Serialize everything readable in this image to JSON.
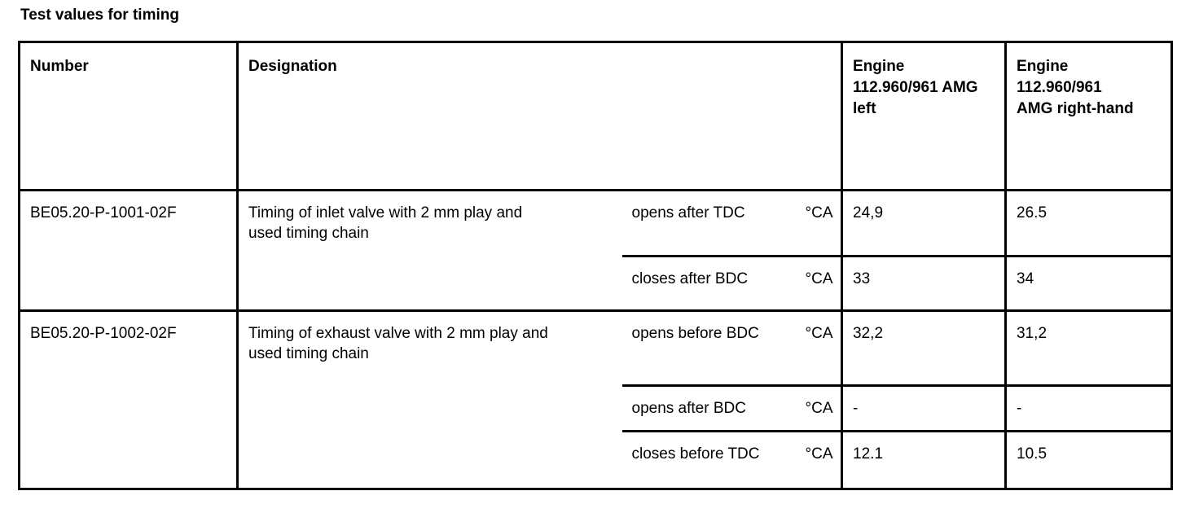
{
  "title": "Test values for timing",
  "table": {
    "headers": {
      "number": "Number",
      "designation": "Designation",
      "engine_left": "Engine\n112.960/961 AMG\nleft",
      "engine_right": "Engine\n112.960/961\nAMG right-hand"
    },
    "rows": [
      {
        "number": "BE05.20-P-1001-02F",
        "designation": "Timing of inlet valve with 2 mm play and\nused timing chain",
        "subrows": [
          {
            "condition": "opens after TDC",
            "unit": "°CA",
            "engine_left": "24,9",
            "engine_right": "26.5"
          },
          {
            "condition": "closes after BDC",
            "unit": "°CA",
            "engine_left": "33",
            "engine_right": "34"
          }
        ]
      },
      {
        "number": "BE05.20-P-1002-02F",
        "designation": "Timing of exhaust valve with 2 mm play and\nused timing chain",
        "subrows": [
          {
            "condition": "opens before BDC",
            "unit": "°CA",
            "engine_left": "32,2",
            "engine_right": "31,2"
          },
          {
            "condition": "opens after BDC",
            "unit": "°CA",
            "engine_left": "-",
            "engine_right": "-"
          },
          {
            "condition": "closes before TDC",
            "unit": "°CA",
            "engine_left": "12.1",
            "engine_right": "10.5"
          }
        ]
      }
    ]
  }
}
